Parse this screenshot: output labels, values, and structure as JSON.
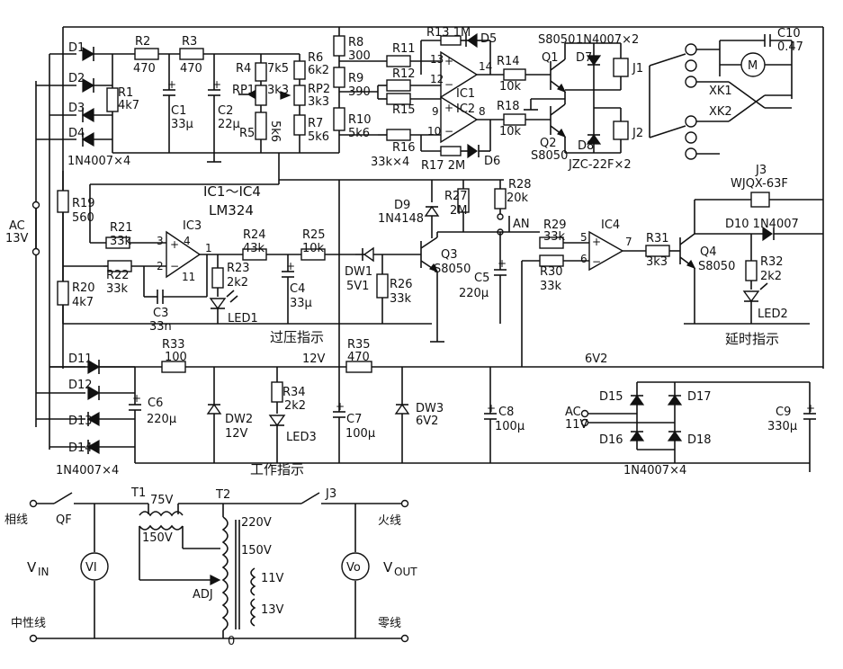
{
  "labels": {
    "D1": "D1",
    "D2": "D2",
    "D3": "D3",
    "D4": "D4",
    "n4007x4_top": "1N4007×4",
    "R2": "R2",
    "R2v": "470",
    "R3": "R3",
    "R3v": "470",
    "R1": "R1",
    "R1v": "4k7",
    "C1": "C1",
    "C1v": "33μ",
    "C2": "C2",
    "C2v": "22μ",
    "R4": "R4",
    "R4v": "7k5",
    "RP1": "RP1",
    "RP1v": "3k3",
    "R5": "R5",
    "R5v": "5k6",
    "R6": "R6",
    "R6v": "6k2",
    "RP2": "RP2",
    "RP2v": "3k3",
    "R7": "R7",
    "R7v": "5k6",
    "R8": "R8",
    "R8v": "300",
    "R9": "R9",
    "R9v": "390",
    "R10": "R10",
    "R10v": "5k6",
    "R11": "R11",
    "R12": "R12",
    "R15": "R15",
    "R16": "R16",
    "r_33kx4": "33k×4",
    "R13": "R13 1M",
    "R17": "R17 2M",
    "D5": "D5",
    "D6": "D6",
    "IC1": "IC1",
    "IC2": "IC2",
    "pin13": "13",
    "pin12": "12",
    "pin14": "14",
    "pin9": "9",
    "pin10": "10",
    "pin8": "8",
    "R14": "R14",
    "R14v": "10k",
    "R18": "R18",
    "R18v": "10k",
    "S8050_top": "S8050",
    "Q1": "Q1",
    "Q2": "Q2",
    "S8050_q2": "S8050",
    "n4007x2": "1N4007×2",
    "D7": "D7",
    "D8": "D8",
    "J1": "J1",
    "J2": "J2",
    "jzc": "JZC-22F×2",
    "C10": "C10",
    "C10v": "0.47",
    "M": "M",
    "XK1": "XK1",
    "XK2": "XK2",
    "AC13": "AC",
    "AC13v": "13V",
    "R19": "R19",
    "R19v": "560",
    "R20": "R20",
    "R20v": "4k7",
    "ic_range": "IC1～IC4",
    "lm324": "LM324",
    "R21": "R21",
    "R21v": "33k",
    "R22": "R22",
    "R22v": "33k",
    "IC3": "IC3",
    "p3": "3",
    "p2": "2",
    "p4": "4",
    "p1": "1",
    "p11": "11",
    "C3": "C3",
    "C3v": "33n",
    "R24": "R24",
    "R24v": "43k",
    "R25": "R25",
    "R25v": "10k",
    "R23": "R23",
    "R23v": "2k2",
    "LED1": "LED1",
    "C4": "C4",
    "C4v": "33μ",
    "DW1": "DW1",
    "DW1v": "5V1",
    "R26": "R26",
    "R26v": "33k",
    "over_ind": "过压指示",
    "D9": "D9",
    "D9v": "1N4148",
    "R27": "R27",
    "R27v": "2M",
    "Q3": "Q3",
    "Q3v": "S8050",
    "R28": "R28",
    "R28v": "20k",
    "AN": "AN",
    "C5": "C5",
    "C5v": "220μ",
    "R29": "R29",
    "R29v": "33k",
    "R30": "R30",
    "R30v": "33k",
    "IC4": "IC4",
    "p5": "5",
    "p6": "6",
    "p7": "7",
    "R31": "R31",
    "R31v": "3k3",
    "Q4": "Q4",
    "Q4v": "S8050",
    "J3": "J3",
    "wjqx": "WJQX-63F",
    "D10": "D10 1N4007",
    "R32": "R32",
    "R32v": "2k2",
    "LED2": "LED2",
    "delay_ind": "延时指示",
    "D11": "D11",
    "D12": "D12",
    "D13": "D13",
    "D14": "D14",
    "n4007x4_bot": "1N4007×4",
    "R33": "R33",
    "R33v": "100",
    "v12": "12V",
    "R35": "R35",
    "R35v": "470",
    "v6v2": "6V2",
    "C6": "C6",
    "C6v": "220μ",
    "DW2": "DW2",
    "DW2v": "12V",
    "R34": "R34",
    "R34v": "2k2",
    "LED3": "LED3",
    "C7": "C7",
    "C7v": "100μ",
    "DW3": "DW3",
    "DW3v": "6V2",
    "C8": "C8",
    "C8v": "100μ",
    "AC11": "AC",
    "AC11v": "11V",
    "D15": "D15",
    "D16": "D16",
    "D17": "D17",
    "D18": "D18",
    "n4007x4_br": "1N4007×4",
    "C9": "C9",
    "C9v": "330μ",
    "work_ind": "工作指示",
    "phase": "相线",
    "QF": "QF",
    "T1": "T1",
    "t1_75": "75V",
    "t1_150": "150V",
    "T2": "T2",
    "t2_220": "220V",
    "t2_150": "150V",
    "t2_11": "11V",
    "t2_13": "13V",
    "adj": "ADJ",
    "zero_tap": "0",
    "J3b": "J3",
    "live": "火线",
    "neutral_in": "中性线",
    "neutral_out": "零线",
    "vin_v": "V",
    "vin_sub": "IN",
    "vout_v": "V",
    "vout_sub": "OUT",
    "VI_meter": "VI",
    "VO_meter": "Vo"
  }
}
